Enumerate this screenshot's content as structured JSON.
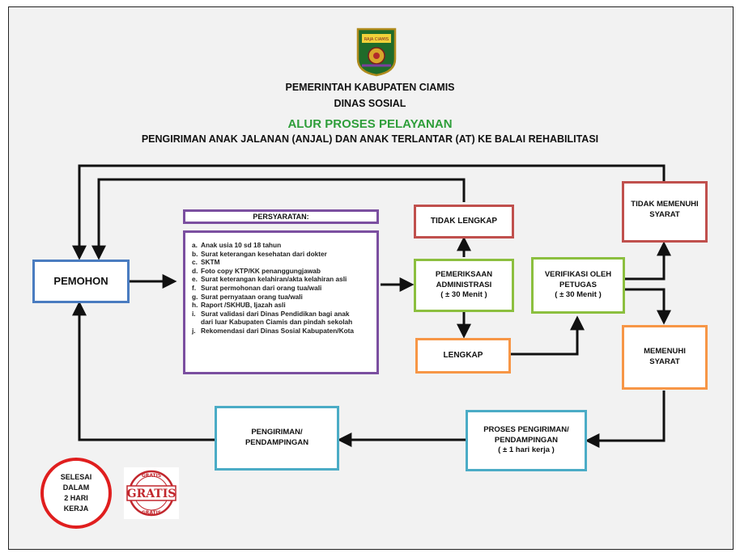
{
  "header": {
    "emblem_text": "RAJA CIAMIS",
    "org_line1": "PEMERINTAH KABUPATEN CIAMIS",
    "org_line2": "DINAS SOSIAL",
    "title": "ALUR PROSES PELAYANAN",
    "subtitle": "PENGIRIMAN ANAK JALANAN (ANJAL) DAN ANAK TERLANTAR (AT) KE BALAI REHABILITASI"
  },
  "colors": {
    "blue": "#4a7cc0",
    "purple": "#7b4fa0",
    "green": "#8cbf3f",
    "red": "#c0504d",
    "orange": "#f79646",
    "teal": "#4bacc6",
    "title_green": "#2e9e3a"
  },
  "nodes": {
    "pemohon": "PEMOHON",
    "persyaratan_title": "PERSYARATAN:",
    "tidak_lengkap": "TIDAK LENGKAP",
    "pemeriksaan": [
      "PEMERIKSAAN",
      "ADMINISTRASI",
      "( ± 30 Menit )"
    ],
    "lengkap": "LENGKAP",
    "verifikasi": [
      "VERIFIKASI OLEH",
      "PETUGAS",
      "( ± 30 Menit )"
    ],
    "tidak_memenuhi": [
      "TIDAK MEMENUHI",
      "SYARAT"
    ],
    "memenuhi": [
      "MEMENUHI",
      "SYARAT"
    ],
    "proses_pengiriman": [
      "PROSES PENGIRIMAN/",
      "PENDAMPINGAN",
      "( ± 1 hari kerja )"
    ],
    "pengiriman": [
      "PENGIRIMAN/",
      "PENDAMPINGAN"
    ]
  },
  "requirements": [
    {
      "k": "a.",
      "t": "Anak usia 10 sd 18 tahun"
    },
    {
      "k": "b.",
      "t": "Surat keterangan kesehatan dari dokter"
    },
    {
      "k": "c.",
      "t": "SKTM"
    },
    {
      "k": "d.",
      "t": "Foto copy KTP/KK penanggungjawab"
    },
    {
      "k": "e.",
      "t": "Surat keterangan kelahiran/akta kelahiran asli"
    },
    {
      "k": "f.",
      "t": "Surat permohonan dari orang tua/wali"
    },
    {
      "k": "g.",
      "t": "Surat pernyataan orang tua/wali"
    },
    {
      "k": "h.",
      "t": "Raport /SKHUB, Ijazah asli"
    },
    {
      "k": "i.",
      "t": "Surat validasi dari Dinas Pendidikan bagi anak"
    },
    {
      "k": "",
      "t": "dari luar Kabupaten Ciamis dan pindah sekolah"
    },
    {
      "k": "j.",
      "t": "Rekomendasi dari Dinas Sosial Kabupaten/Kota"
    }
  ],
  "footer": {
    "selesai": [
      "SELESAI",
      "DALAM",
      "2 HARI",
      "KERJA"
    ],
    "gratis": "GRATIS",
    "gratis_small": "GRATIS"
  }
}
